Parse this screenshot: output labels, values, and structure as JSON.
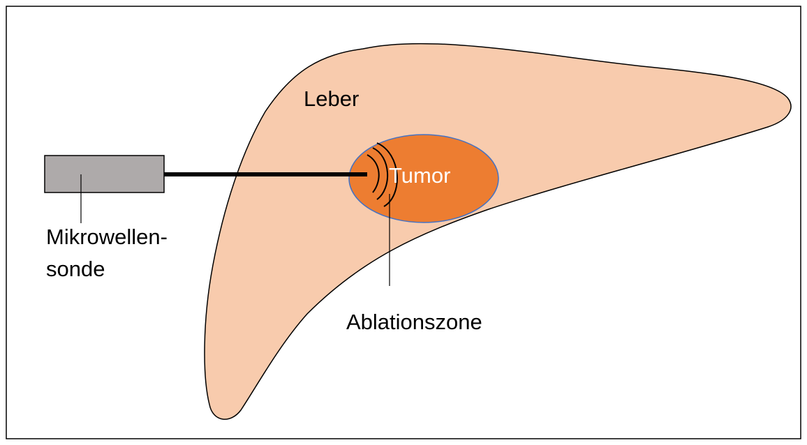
{
  "diagram": {
    "labels": {
      "liver": "Leber",
      "tumor": "Tumor",
      "probe_line1": "Mikrowellen-",
      "probe_line2": "sonde",
      "ablation": "Ablationszone"
    },
    "colors": {
      "background": "#ffffff",
      "border": "#000000",
      "liver_fill": "#f8cbad",
      "liver_stroke": "#000000",
      "tumor_fill": "#ed7d31",
      "tumor_stroke": "#4472c4",
      "probe_fill": "#aeaaaa",
      "probe_stroke": "#000000",
      "shaft": "#000000",
      "tumor_text": "#ffffff"
    }
  }
}
